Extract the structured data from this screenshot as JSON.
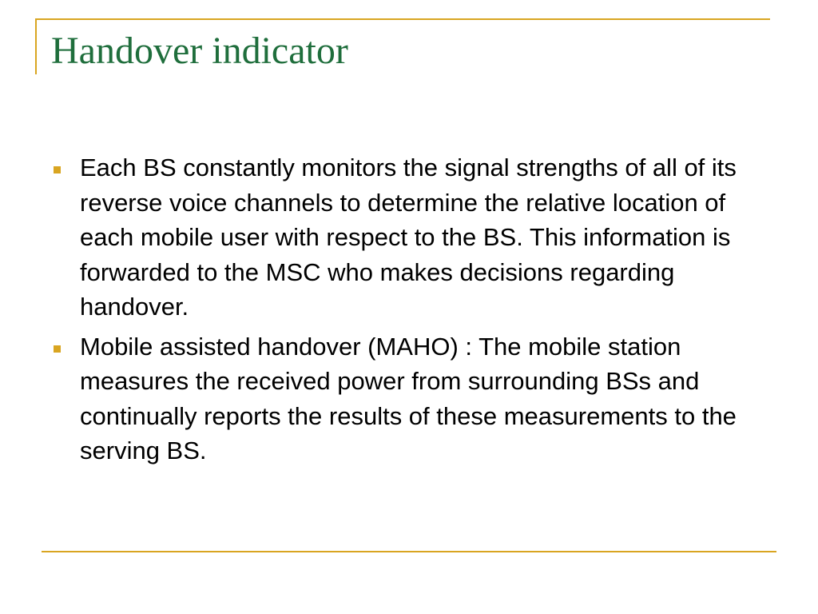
{
  "slide": {
    "title": "Handover indicator",
    "bullets": [
      {
        "text": "Each BS constantly monitors the signal strengths of all of its reverse voice channels to determine the relative location of each mobile user with respect to the BS. This information is forwarded to the MSC who makes decisions regarding handover."
      },
      {
        "text": "Mobile assisted handover (MAHO) : The mobile station measures the received power from surrounding BSs and continually reports the results of these measurements to the serving BS."
      }
    ]
  },
  "colors": {
    "title": "#1f6e3c",
    "accent": "#d9a521",
    "text": "#000000",
    "background": "#ffffff"
  }
}
